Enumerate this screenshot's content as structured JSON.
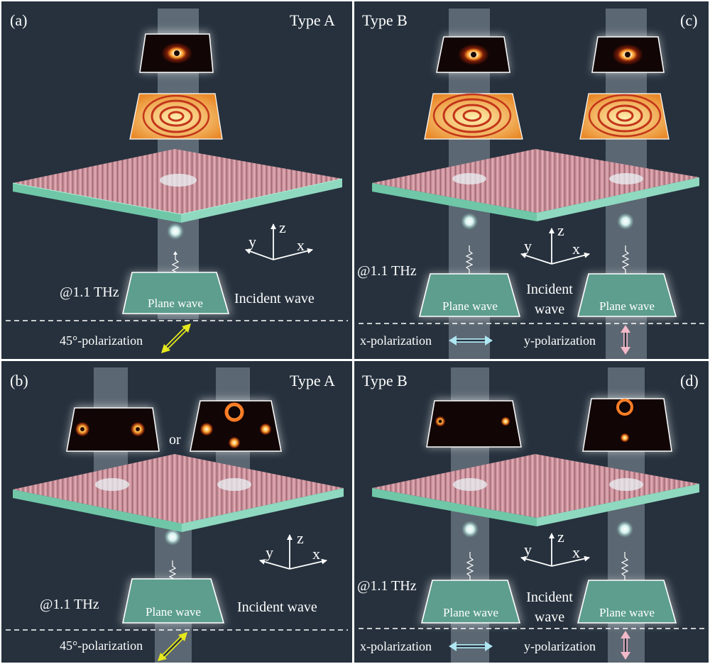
{
  "panels": {
    "a": {
      "label": "(a)",
      "type": "Type A",
      "frequency": "@1.1 THz",
      "source_label": "Plane wave",
      "incident": "Incident wave",
      "polarization": "45°-polarization",
      "axes": {
        "z": "z",
        "y": "y",
        "x": "x"
      }
    },
    "b": {
      "label": "(b)",
      "type": "Type A",
      "frequency": "@1.1 THz",
      "source_label": "Plane wave",
      "incident": "Incident wave",
      "polarization": "45°-polarization",
      "or": "or",
      "axes": {
        "z": "z",
        "y": "y",
        "x": "x"
      }
    },
    "c": {
      "label": "(c)",
      "type": "Type B",
      "frequency": "@1.1 THz",
      "source_label_1": "Plane wave",
      "source_label_2": "Plane wave",
      "incident_1": "Incident",
      "incident_2": "wave",
      "polarization_x": "x-polarization",
      "polarization_y": "y-polarization",
      "axes": {
        "z": "z",
        "y": "y",
        "x": "x"
      }
    },
    "d": {
      "label": "(d)",
      "type": "Type B",
      "frequency": "@1.1 THz",
      "source_label_1": "Plane wave",
      "source_label_2": "Plane wave",
      "incident_1": "Incident",
      "incident_2": "wave",
      "polarization_x": "x-polarization",
      "polarization_y": "y-polarization",
      "axes": {
        "z": "z",
        "y": "y",
        "x": "x"
      }
    }
  },
  "colors": {
    "background": "#26313d",
    "substrate": "#8fd9c0",
    "metasurface": "#c98e98",
    "beam": "#d6e6ee",
    "plane_wave_box": "#5d9e8e",
    "pol_45": "#e6e81e",
    "pol_x": "#aee6f2",
    "pol_y": "#f2b9c8"
  }
}
